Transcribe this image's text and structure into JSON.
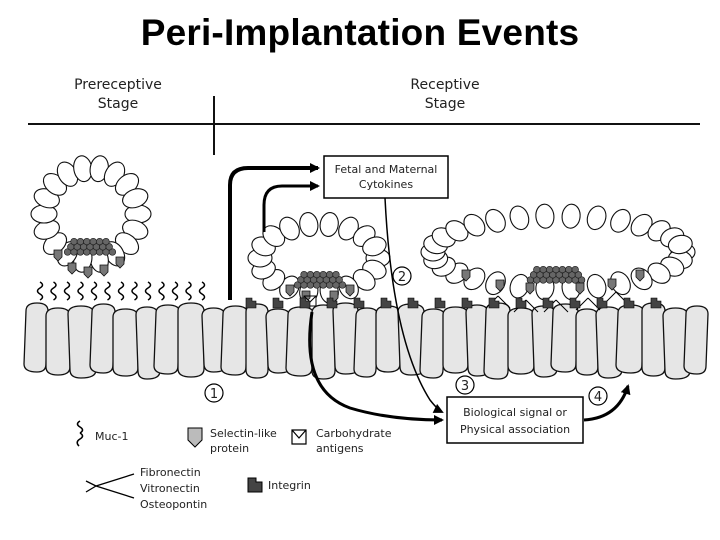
{
  "title": "Peri-Implantation Events",
  "stages": {
    "prereceptive": [
      "Prereceptive",
      "Stage"
    ],
    "receptive": [
      "Receptive",
      "Stage"
    ]
  },
  "boxes": {
    "cytokines": [
      "Fetal and Maternal",
      "Cytokines"
    ],
    "signal": [
      "Biological signal or",
      "Physical association"
    ]
  },
  "steps": [
    "1",
    "2",
    "3",
    "4"
  ],
  "legend": {
    "muc1": "Muc-1",
    "selectin": [
      "Selectin-like",
      "protein"
    ],
    "carbohydrate": [
      "Carbohydrate",
      "antigens"
    ],
    "ecm": [
      "Fibronectin",
      "Vitronectin",
      "Osteopontin"
    ],
    "integrin": "Integrin"
  }
}
